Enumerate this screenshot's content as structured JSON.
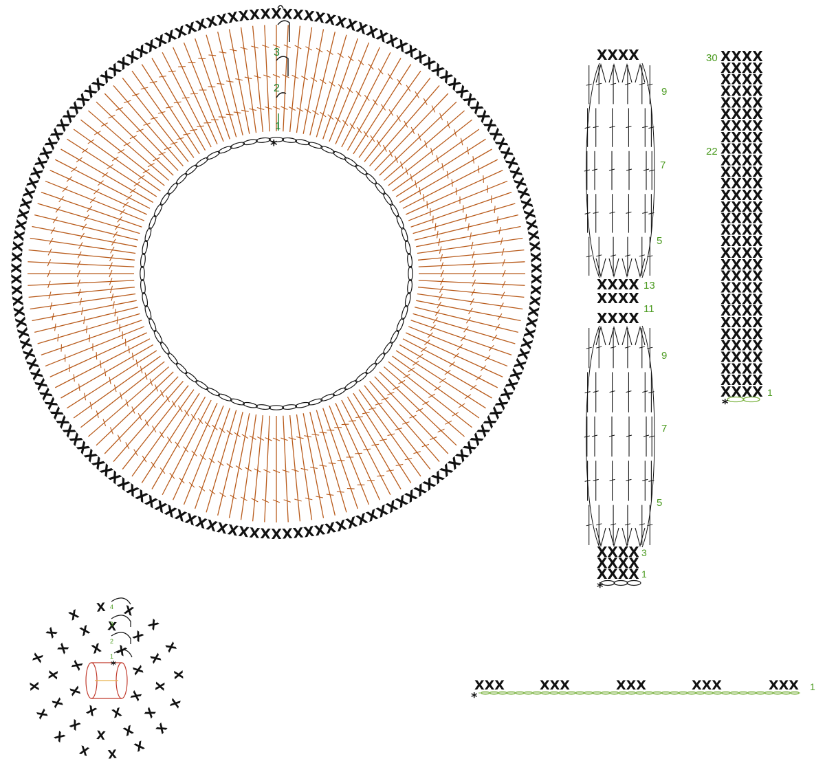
{
  "colors": {
    "single_crochet": "#111111",
    "double_crochet": "#b85a1a",
    "chain": "#111111",
    "row_label": "#4a9a1f",
    "row_label_dark": "#1a7f2a",
    "foundation_chain_green": "#7cb342"
  },
  "symbols": {
    "single_crochet": "X",
    "start_marker": "*"
  },
  "ring": {
    "row_labels": [
      "3",
      "2",
      "1"
    ]
  },
  "column_a": {
    "labels": [
      "9",
      "7",
      "5",
      "13",
      "11",
      "9",
      "7",
      "5",
      "3",
      "1"
    ]
  },
  "column_b": {
    "labels": [
      "30",
      "22",
      "1"
    ]
  },
  "motif": {
    "row_labels": [
      "4",
      "3",
      "2",
      "1"
    ]
  },
  "strip": {
    "groups": [
      "XXX",
      "XXX",
      "XXX",
      "XXX",
      "XXX"
    ],
    "row_label": "1"
  }
}
